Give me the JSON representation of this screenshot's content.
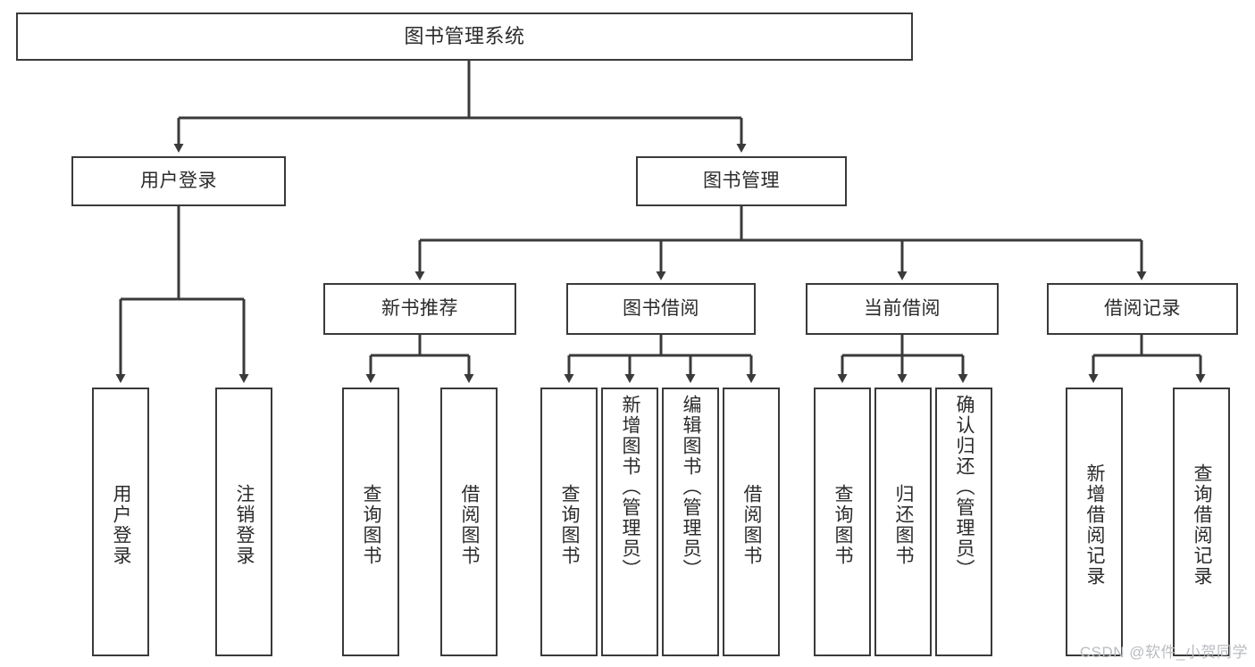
{
  "diagram": {
    "type": "tree-hierarchy-functional-decomposition",
    "title": "图书管理系统",
    "colors": {
      "stroke": "#3a3a3a",
      "text": "#2b2b2b",
      "background": "#ffffff",
      "watermark": "#b9bcc0"
    },
    "root": {
      "label": "图书管理系统"
    },
    "level2": [
      {
        "id": "user-login",
        "label": "用户登录"
      },
      {
        "id": "book-management",
        "label": "图书管理"
      }
    ],
    "level3": [
      {
        "id": "new-book-recommend",
        "label": "新书推荐",
        "parent": "book-management"
      },
      {
        "id": "book-borrow",
        "label": "图书借阅",
        "parent": "book-management"
      },
      {
        "id": "current-borrow",
        "label": "当前借阅",
        "parent": "book-management"
      },
      {
        "id": "borrow-record",
        "label": "借阅记录",
        "parent": "book-management"
      }
    ],
    "leaves": {
      "user_login": [
        {
          "id": "leaf-user-login",
          "label": "用户登录"
        },
        {
          "id": "leaf-logout-login",
          "label": "注销登录"
        }
      ],
      "new_book_recommend": [
        {
          "id": "leaf-query-book-1",
          "label": "查询图书"
        },
        {
          "id": "leaf-borrow-book-1",
          "label": "借阅图书"
        }
      ],
      "book_borrow": [
        {
          "id": "leaf-query-book-2",
          "label": "查询图书"
        },
        {
          "id": "leaf-add-book",
          "label": "新增图书（管理员）"
        },
        {
          "id": "leaf-edit-book",
          "label": "编辑图书（管理员）"
        },
        {
          "id": "leaf-borrow-book-2",
          "label": "借阅图书"
        }
      ],
      "current_borrow": [
        {
          "id": "leaf-query-book-3",
          "label": "查询图书"
        },
        {
          "id": "leaf-return-book",
          "label": "归还图书"
        },
        {
          "id": "leaf-confirm-return",
          "label": "确认归还（管理员）"
        }
      ],
      "borrow_record": [
        {
          "id": "leaf-add-borrow-record",
          "label": "新增借阅记录"
        },
        {
          "id": "leaf-query-borrow-record",
          "label": "查询借阅记录"
        }
      ]
    }
  },
  "watermark": {
    "text": "CSDN @软件_小贺同学"
  }
}
